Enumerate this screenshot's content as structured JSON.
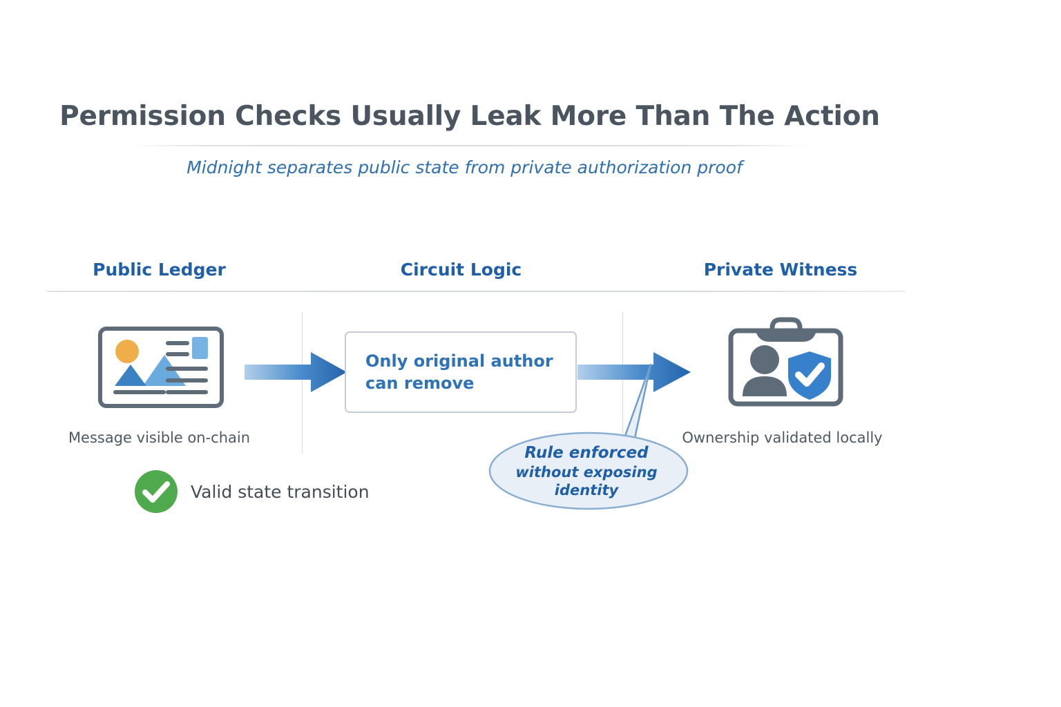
{
  "header": {
    "title": "Permission Checks Usually Leak More Than The Action",
    "subtitle": "Midnight separates public state from private authorization proof"
  },
  "columns": [
    {
      "id": "public-ledger",
      "label": "Public Ledger",
      "caption": "Message visible on-chain",
      "icon": "image-card-icon"
    },
    {
      "id": "circuit-logic",
      "label": "Circuit Logic",
      "box_text": "Only original author\ncan remove",
      "icon": "rounded-box"
    },
    {
      "id": "private-witness",
      "label": "Private Witness",
      "caption": "Ownership validated locally",
      "icon": "id-badge-shield-icon"
    }
  ],
  "status": {
    "icon": "check-circle-icon",
    "label": "Valid state transition"
  },
  "callout": {
    "line1": "Rule enforced",
    "line2": "without exposing identity"
  },
  "arrows": [
    {
      "id": "arrow-ledger-to-circuit",
      "direction": "right"
    },
    {
      "id": "arrow-circuit-to-witness",
      "direction": "right"
    }
  ],
  "colors": {
    "background": "#ffffff",
    "title": "#4a5560",
    "accent_blue": "#1f5fa8",
    "subtitle_blue": "#2e6fb0",
    "box_text_blue": "#2e72b8",
    "arrow_light": "#a8c9e8",
    "arrow_dark": "#2c6fbd",
    "icon_gray": "#5e6b78",
    "sun_orange": "#efae4a",
    "mountain_dark": "#3b82c4",
    "mountain_light": "#6aaade",
    "swatch_blue": "#76b2e2",
    "shield_blue": "#3680cc",
    "check_green": "#4fa94d",
    "rule_gray": "#d4d7dc",
    "box_border": "#c6ccd4",
    "bubble_fill": "#e8eff7",
    "bubble_stroke": "#8aaed2"
  }
}
